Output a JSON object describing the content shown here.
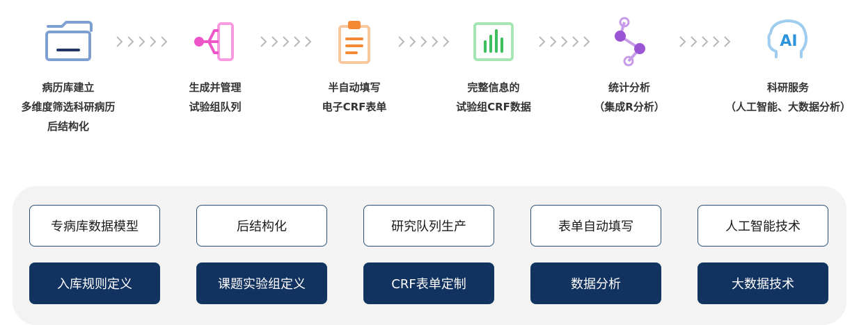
{
  "steps": [
    {
      "icon": "folder-icon",
      "lines": [
        "病历库建立",
        "多维度筛选科研病历",
        "后结构化"
      ]
    },
    {
      "icon": "branch-network-icon",
      "lines": [
        "生成并管理",
        "试验组队列"
      ]
    },
    {
      "icon": "clipboard-icon",
      "lines": [
        "半自动填写",
        "电子CRF表单"
      ]
    },
    {
      "icon": "bar-chart-icon",
      "lines": [
        "完整信息的",
        "试验组CRF数据"
      ]
    },
    {
      "icon": "node-graph-icon",
      "lines": [
        "统计分析",
        "（集成R分析）"
      ]
    },
    {
      "icon": "ai-head-icon",
      "lines": [
        "科研服务",
        "（人工智能、大数据分析）"
      ],
      "icon_text": "AI"
    }
  ],
  "modules": {
    "top": [
      "专病库数据模型",
      "后结构化",
      "研究队列生产",
      "表单自动填写",
      "人工智能技术"
    ],
    "bottom": [
      "入库规则定义",
      "课题实验组定义",
      "CRF表单定制",
      "数据分析",
      "大数据技术"
    ]
  },
  "colors": {
    "folder": "#7e9fd1",
    "branch": "#ee55c6",
    "clipboard": "#f7a45c",
    "chart": "#5fcf76",
    "graph": "#9a55d4",
    "ai": "#2e93dd",
    "arrow": "#b8b8b8",
    "navy": "#12325f"
  }
}
